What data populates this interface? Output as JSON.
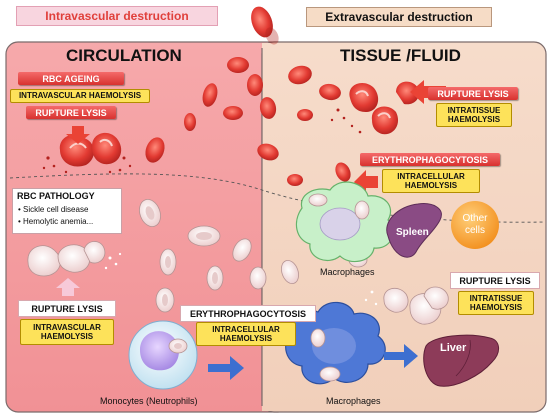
{
  "header": {
    "left_banner": "Intravascular destruction",
    "right_banner": "Extravascular destruction"
  },
  "sections": {
    "left_title": "CIRCULATION",
    "right_title": "TISSUE /FLUID"
  },
  "left": {
    "rbc_ageing": "RBC AGEING",
    "intravascular_haemolysis": "INTRAVASCULAR HAEMOLYSIS",
    "rupture_lysis": "RUPTURE LYSIS",
    "pathology_title": "RBC PATHOLOGY",
    "pathology_items": [
      "• Sickle cell disease",
      "• Hemolytic anemia..."
    ],
    "lower_rupture_lysis": "RUPTURE LYSIS",
    "lower_haemolysis_line1": "INTRAVASCULAR",
    "lower_haemolysis_line2": "HAEMOLYSIS",
    "monocytes_label": "Monocytes (Neutrophils)"
  },
  "center": {
    "erythrophagocytosis": "ERYTHROPHAGOCYTOSIS",
    "intracellular_line1": "INTRACELLULAR",
    "intracellular_line2": "HAEMOLYSIS"
  },
  "right": {
    "rupture_lysis": "RUPTURE LYSIS",
    "intratissue_line1": "INTRATISSUE",
    "intratissue_line2": "HAEMOLYSIS",
    "erythrophagocytosis": "ERYTHROPHAGOCYTOSIS",
    "intracellular_line1": "INTRACELLULAR",
    "intracellular_line2": "HAEMOLYSIS",
    "spleen": "Spleen",
    "other_cells_line1": "Other",
    "other_cells_line2": "cells",
    "macrophages_upper": "Macrophages",
    "lower_rupture_lysis": "RUPTURE LYSIS",
    "lower_intratissue_line1": "INTRATISSUE",
    "lower_intratissue_line2": "HAEMOLYSIS",
    "liver": "Liver",
    "macrophages_lower": "Macrophages"
  },
  "colors": {
    "circulation_panel": "#f4a0a3",
    "tissue_panel": "#f5d6c3",
    "rbc": "#e23a32",
    "tag_red": "#e0403b",
    "tag_yellow": "#fde25a",
    "arrow_red": "#ea4335",
    "arrow_blue": "#3d6fd0",
    "macrophage_green": "#c8f0c9",
    "macrophage_blue": "#4e78d6",
    "spleen": "#8a4b84",
    "liver": "#8d3b59",
    "other_cells": "#f7a93c"
  },
  "icons": [
    "rbc-icon",
    "lysed-rbc-icon",
    "ghost-rbc-icon",
    "macrophage-icon",
    "monocyte-icon",
    "spleen-icon",
    "liver-icon",
    "arrow-icon"
  ]
}
